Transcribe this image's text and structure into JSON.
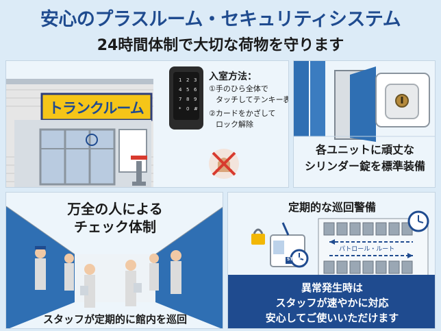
{
  "header": {
    "title": "安心のプラスルーム・セキュリティシステム",
    "subtitle": "24時間体制で大切な荷物を守ります"
  },
  "entry_panel": {
    "store_sign": "トランクルーム",
    "entry_method_title": "入室方法：",
    "step1_line1": "①手のひら全体で",
    "step1_line2": "タッチしてテンキー表",
    "step2_line1": "②カードをかざして",
    "step2_line2": "ロック解除",
    "keypad_keys": [
      "1",
      "2",
      "3",
      "4",
      "5",
      "6",
      "7",
      "8",
      "9",
      "*",
      "0",
      "#"
    ]
  },
  "lock_panel": {
    "caption_line1": "各ユニットに頑丈な",
    "caption_line2": "シリンダー錠を標準装備"
  },
  "staff_panel": {
    "heading_line1": "万全の人による",
    "heading_line2": "チェック体制",
    "footer": "スタッフが定期的に館内を巡回"
  },
  "patrol_panel": {
    "heading": "定期的な巡回警備",
    "route_label": "パトロール・ルート",
    "badge_text": "STAFF",
    "footer_line1": "異常発生時は",
    "footer_line2": "スタッフが速やかに対応",
    "footer_line3": "安心してご使いいただけます"
  },
  "colors": {
    "brand_blue": "#1f4b8f",
    "sign_yellow": "#f5c518",
    "panel_bg": "#edf5fb",
    "page_bg": "#dcebf7"
  }
}
